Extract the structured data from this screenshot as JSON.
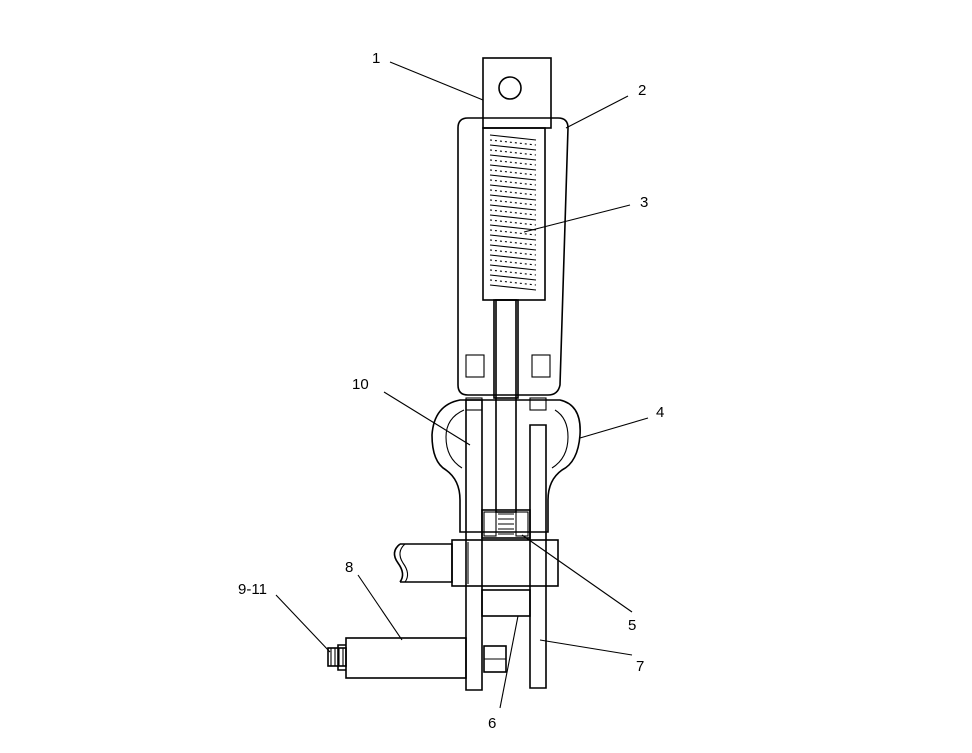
{
  "diagram": {
    "colors": {
      "ink": "#000000",
      "paper": "#ffffff"
    },
    "callouts": [
      {
        "id": "c1",
        "text": "1"
      },
      {
        "id": "c2",
        "text": "2"
      },
      {
        "id": "c3",
        "text": "3"
      },
      {
        "id": "c4",
        "text": "4"
      },
      {
        "id": "c5",
        "text": "5"
      },
      {
        "id": "c6",
        "text": "6"
      },
      {
        "id": "c7",
        "text": "7"
      },
      {
        "id": "c8",
        "text": "8"
      },
      {
        "id": "c9",
        "text": "9-11"
      },
      {
        "id": "c10",
        "text": "10"
      }
    ]
  }
}
